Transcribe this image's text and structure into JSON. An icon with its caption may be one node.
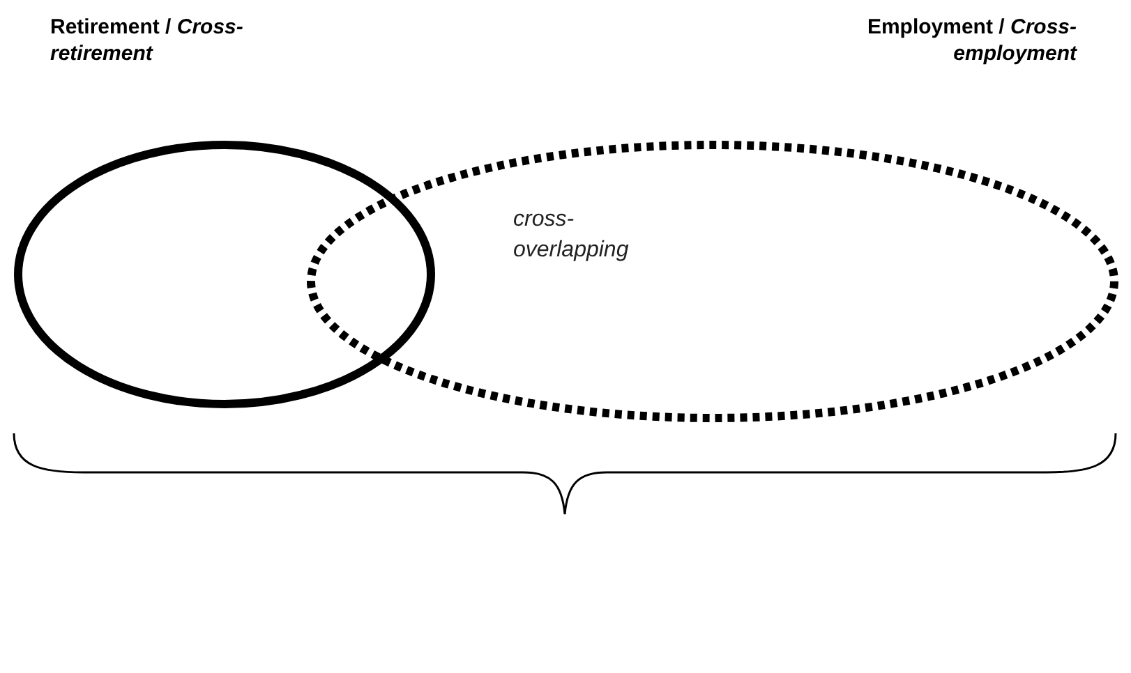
{
  "diagram": {
    "nodes": [
      {
        "text": [
          "Retirement / *Cross-retirement*"
        ]
      },
      {
        "text": [
          "Employment / *Cross-employment*"
        ]
      }
    ],
    "labels": [
      "cross-overlapping"
    ]
  }
}
